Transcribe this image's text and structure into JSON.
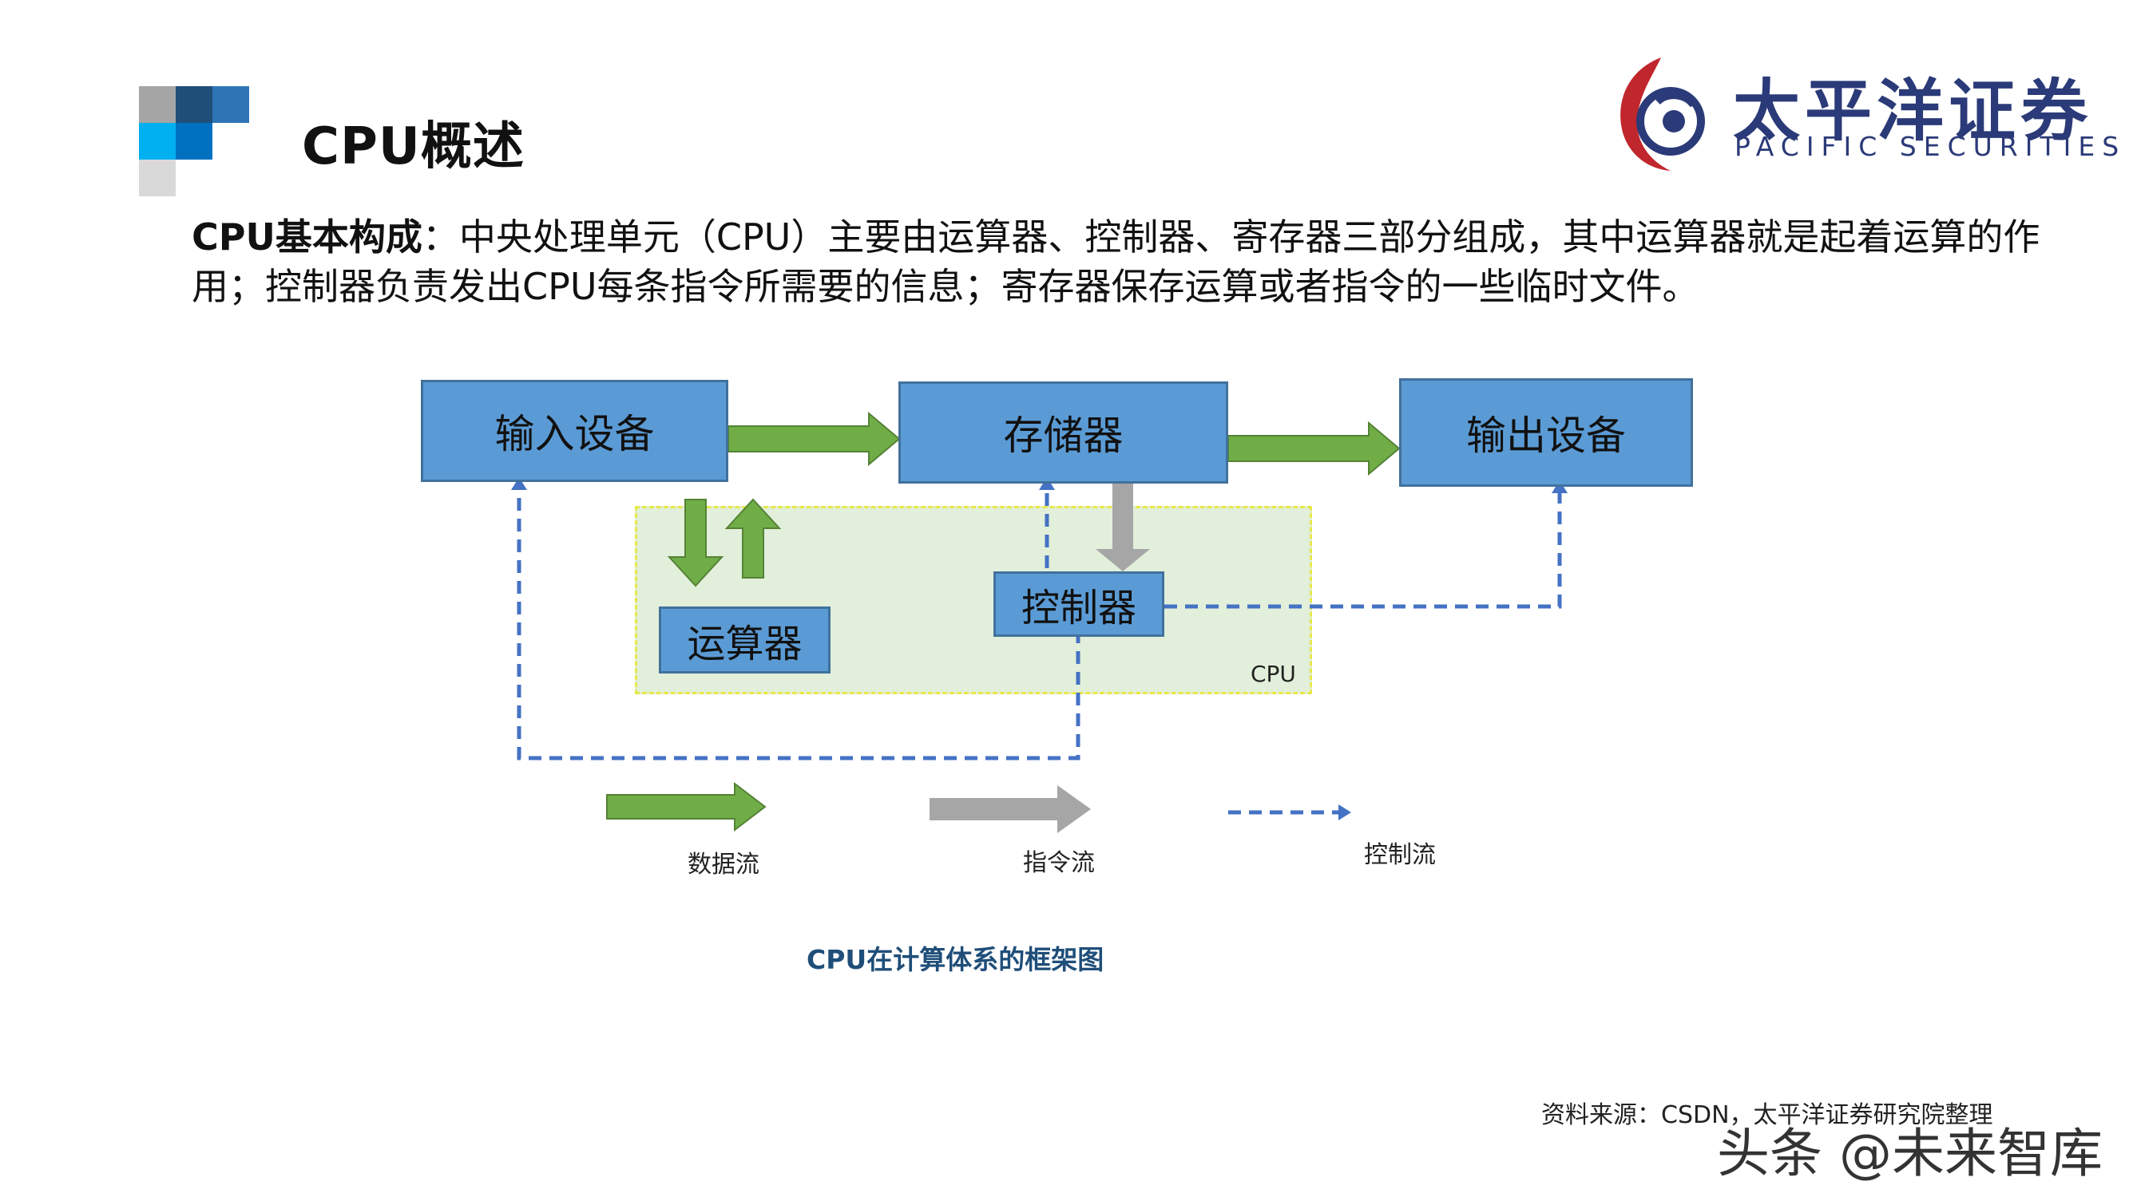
{
  "header": {
    "title": "CPU概述"
  },
  "logo": {
    "chinese": "太平洋证券",
    "english": "PACIFIC SECURITIES"
  },
  "description": {
    "lead": "CPU基本构成",
    "text": "：中央处理单元（CPU）主要由运算器、控制器、寄存器三部分组成，其中运算器就是起着运算的作用；控制器负责发出CPU每条指令所需要的信息；寄存器保存运算或者指令的一些临时文件。"
  },
  "diagram": {
    "boxes": {
      "input": "输入设备",
      "storage": "存储器",
      "output": "输出设备",
      "alu": "运算器",
      "controller": "控制器"
    },
    "cpu_label": "CPU",
    "legend": {
      "data_flow": "数据流",
      "instruction_flow": "指令流",
      "control_flow": "控制流"
    },
    "caption": "CPU在计算体系的框架图",
    "colors": {
      "box_fill": "#5b9bd5",
      "data_arrow": "#70ad47",
      "instruction_arrow": "#a6a6a6",
      "control_line": "#4472c4",
      "cpu_area": "#e2efda"
    }
  },
  "footer": {
    "source": "资料来源：CSDN，太平洋证券研究院整理",
    "watermark": "头条 @未来智库"
  }
}
